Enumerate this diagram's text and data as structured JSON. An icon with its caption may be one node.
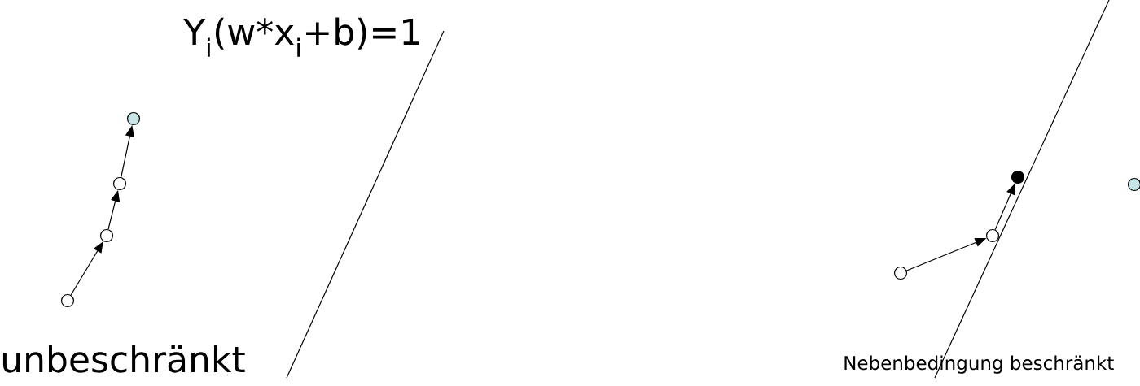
{
  "diagram": {
    "nodes": [
      {
        "text": [],
        "shape": "circle"
      },
      {
        "text": [],
        "shape": "circle"
      },
      {
        "text": [],
        "shape": "circle"
      },
      {
        "text": [],
        "shape": "circle"
      },
      {
        "text": [],
        "shape": "circle"
      },
      {
        "text": [],
        "shape": "circle"
      },
      {
        "text": [],
        "shape": "circle"
      },
      {
        "text": [],
        "shape": "circle"
      }
    ],
    "edges": [
      {
        "from": 0,
        "to": 1,
        "arrow": "to"
      },
      {
        "from": 1,
        "to": 2,
        "arrow": "to"
      },
      {
        "from": 2,
        "to": 3,
        "arrow": "to"
      },
      {
        "from": 4,
        "to": 5,
        "arrow": "to"
      },
      {
        "from": 5,
        "to": 6,
        "arrow": "to"
      }
    ],
    "labels": [
      "Y$_{i}$(w*x$_{i}$+b)=1",
      "unbeschränkt",
      "Nebenbedingung beschränkt"
    ]
  }
}
